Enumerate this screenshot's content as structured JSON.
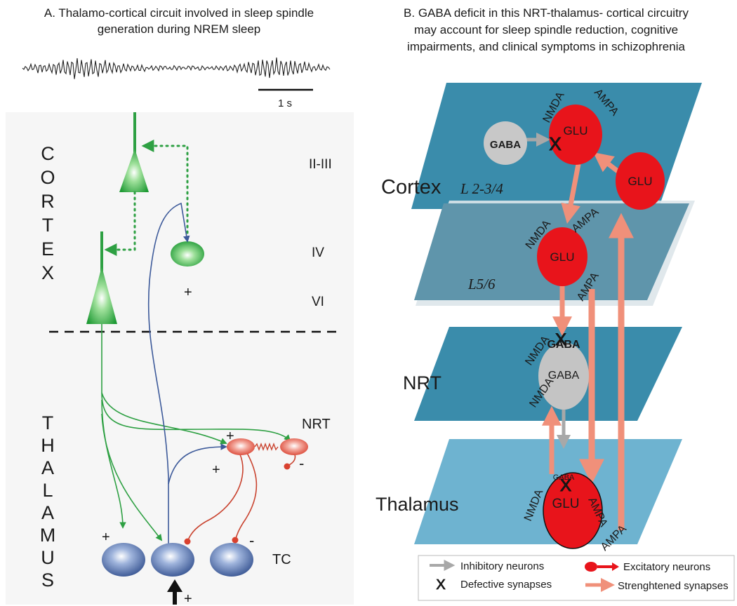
{
  "panel_a": {
    "title_line1": "A. Thalamo-cortical circuit involved in sleep spindle",
    "title_line2": "generation during NREM sleep",
    "scale_bar": "1 s",
    "cortex_letters": [
      "C",
      "O",
      "R",
      "T",
      "E",
      "X"
    ],
    "thalamus_letters": [
      "T",
      "H",
      "A",
      "L",
      "A",
      "M",
      "U",
      "S"
    ],
    "layers": [
      "II-III",
      "IV",
      "VI"
    ],
    "nrt_label": "NRT",
    "tc_label": "TC",
    "signs": {
      "plus": "+",
      "minus": "-"
    }
  },
  "panel_b": {
    "title_line1": "B. GABA deficit in this NRT-thalamus- cortical circuitry",
    "title_line2": "may account for sleep spindle reduction, cognitive",
    "title_line3": "impairments, and clinical symptoms in schizophrenia",
    "levels": {
      "cortex": "Cortex",
      "nrt": "NRT",
      "thalamus": "Thalamus"
    },
    "layer_labels": {
      "upper": "L 2-3/4",
      "lower": "L5/6"
    },
    "neurons": {
      "glu": "GLU",
      "gaba": "GABA"
    },
    "receptors": {
      "nmda": "NMDA",
      "ampa": "AMPA"
    },
    "defect_mark": "X",
    "legend": {
      "inhibitory": "Inhibitory neurons",
      "excitatory": "Excitatory  neurons",
      "defective": "Defective synapses",
      "strengthened": "Strenghtened synapses"
    }
  },
  "colors": {
    "pyramidal_green": "#2ea043",
    "tc_blue": "#3d5a9a",
    "nrt_red": "#e04a3a",
    "plane_blue": "#3a8cab",
    "glu_red": "#e8141b",
    "gaba_gray": "#bdbdbd",
    "salmon_arrow": "#f0907a",
    "defect_yellow": "#f5e020"
  }
}
